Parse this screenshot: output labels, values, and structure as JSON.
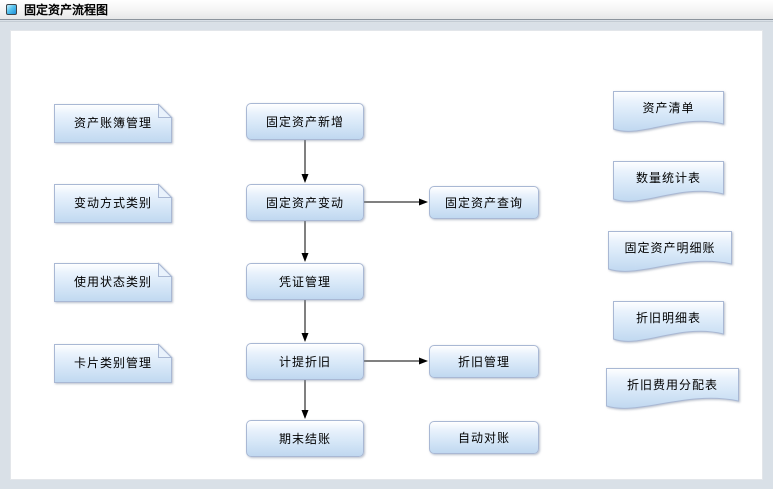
{
  "window": {
    "title": "固定资产流程图"
  },
  "flowchart": {
    "left_nodes": [
      {
        "label": "资产账簿管理"
      },
      {
        "label": "变动方式类别"
      },
      {
        "label": "使用状态类别"
      },
      {
        "label": "卡片类别管理"
      }
    ],
    "main_nodes": [
      {
        "label": "固定资产新增"
      },
      {
        "label": "固定资产变动"
      },
      {
        "label": "凭证管理"
      },
      {
        "label": "计提折旧"
      },
      {
        "label": "期末结账"
      }
    ],
    "side_nodes": [
      {
        "label": "固定资产查询"
      },
      {
        "label": "折旧管理"
      },
      {
        "label": "自动对账"
      }
    ],
    "report_nodes": [
      {
        "label": "资产清单"
      },
      {
        "label": "数量统计表"
      },
      {
        "label": "固定资产明细账"
      },
      {
        "label": "折旧明细表"
      },
      {
        "label": "折旧费用分配表"
      }
    ],
    "connections": [
      "固定资产新增→固定资产变动",
      "固定资产变动→凭证管理",
      "凭证管理→计提折旧",
      "计提折旧→期末结账",
      "固定资产变动→固定资产查询",
      "计提折旧→折旧管理"
    ]
  },
  "colors": {
    "node_border": "#a9b8d4",
    "node_fill_top": "#ffffff",
    "node_fill_bottom": "#c0d8f0",
    "note_fold": "#e9f2fc",
    "arrow": "#000000",
    "page_background": "#d9e0e7",
    "canvas_background": "#ffffff",
    "icon_blue": "#1f8ed8"
  }
}
